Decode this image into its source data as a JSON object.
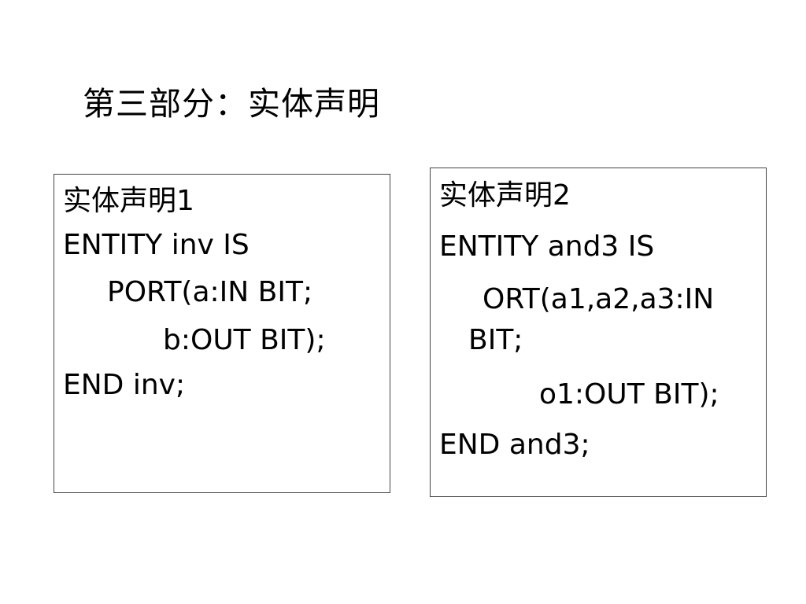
{
  "title": "第三部分：实体声明",
  "entity1": {
    "heading_cjk": "实体声明",
    "heading_num": "1",
    "lines": [
      "ENTITY inv IS",
      "PORT(a:IN BIT;",
      "b:OUT BIT);",
      "END inv;"
    ]
  },
  "entity2": {
    "heading_cjk": "实体声明",
    "heading_num": "2",
    "lines": [
      "ENTITY and3 IS",
      "ORT(a1,a2,a3:IN",
      "BIT;",
      "o1:OUT BIT);",
      "END and3;"
    ]
  }
}
